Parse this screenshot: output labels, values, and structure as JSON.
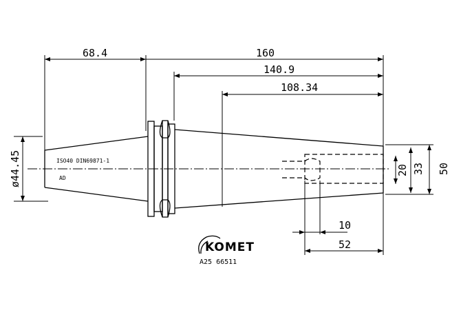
{
  "dimensions": {
    "d68_4": "68.4",
    "d160": "160",
    "d140_9": "140.9",
    "d108_34": "108.34",
    "d20": "20",
    "d33": "33",
    "d50": "50",
    "d10": "10",
    "d52": "52",
    "d44_45": "ø44.45"
  },
  "taper_label": "ISO40 DIN69871-1",
  "form_label": "AD",
  "logo": "KOMET",
  "part_number": "A25 66511"
}
